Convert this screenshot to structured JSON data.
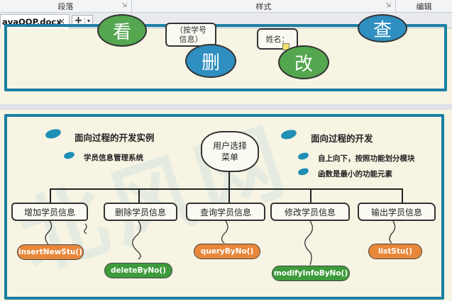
{
  "ribbon": {
    "groups": [
      {
        "label": "段落"
      },
      {
        "label": "样式"
      },
      {
        "label": "编辑"
      }
    ]
  },
  "tabs": {
    "doc_name": "avaOOP.docx",
    "close_glyph": "×",
    "new_tab_glyph": "+",
    "menu_glyph": "▾"
  },
  "slide1": {
    "note_left": "（按学号\n信息）",
    "note_right": "姓名：",
    "circle_left": "看",
    "circle_delete": "删",
    "circle_modify": "改",
    "circle_right": "查"
  },
  "slide2": {
    "left_title": "面向过程的开发实例",
    "left_sub": "学员信息管理系统",
    "menu_line1": "用户选择",
    "menu_line2": "菜单",
    "right_title": "面向过程的开发",
    "right_b1": "自上向下，按照功能划分模块",
    "right_b2": "函数是最小的功能元素",
    "functions": [
      "增加学员信息",
      "删除学员信息",
      "查询学员信息",
      "修改学员信息",
      "输出学员信息"
    ],
    "calls": [
      "insertNewStu()",
      "deleteByNo()",
      "queryByNo()",
      "modifyInfoByNo()",
      "listStu()"
    ]
  },
  "colors": {
    "frame": "#1b7fa3",
    "orange": "#e8873a",
    "green": "#3d9b3b",
    "circle_blue": "#2f8fc0",
    "circle_green": "#54a64f"
  }
}
